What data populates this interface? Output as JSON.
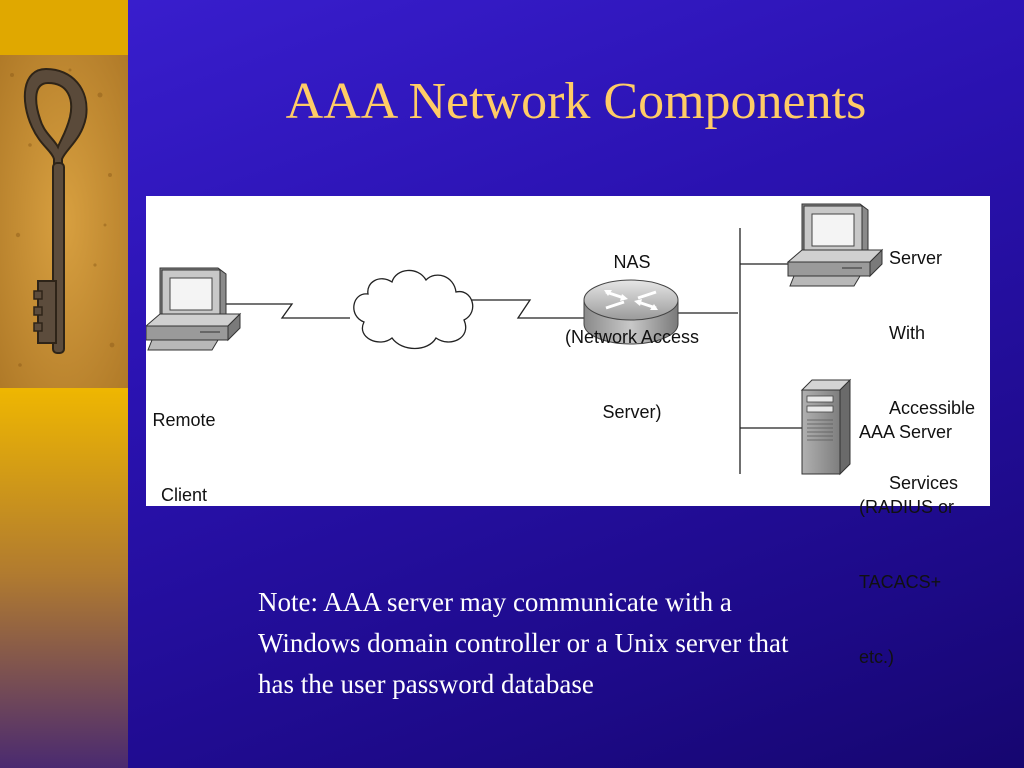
{
  "slide": {
    "title": "AAA Network Components",
    "colors": {
      "title": "#ffcc66",
      "background": "#2a12b0",
      "sidebar": "#f0b800"
    }
  },
  "diagram": {
    "nodes": [
      {
        "id": "remote-client",
        "lines": [
          "Remote",
          "Client"
        ],
        "icon": "desktop-computer-icon"
      },
      {
        "id": "internet",
        "lines": [],
        "icon": "cloud-icon"
      },
      {
        "id": "nas",
        "lines": [
          "NAS",
          "(Network Access",
          "Server)"
        ],
        "icon": "router-icon"
      },
      {
        "id": "server",
        "lines": [
          "Server",
          "With",
          "Accessible",
          "Services"
        ],
        "icon": "desktop-computer-icon"
      },
      {
        "id": "aaa-server",
        "lines": [
          "AAA Server",
          "(RADIUS or",
          "TACACS+",
          "etc.)"
        ],
        "icon": "tower-server-icon"
      }
    ]
  },
  "note": {
    "lines": [
      "Note: AAA server may communicate with  a",
      "Windows domain controller or a Unix server that",
      "has the user password database"
    ]
  }
}
